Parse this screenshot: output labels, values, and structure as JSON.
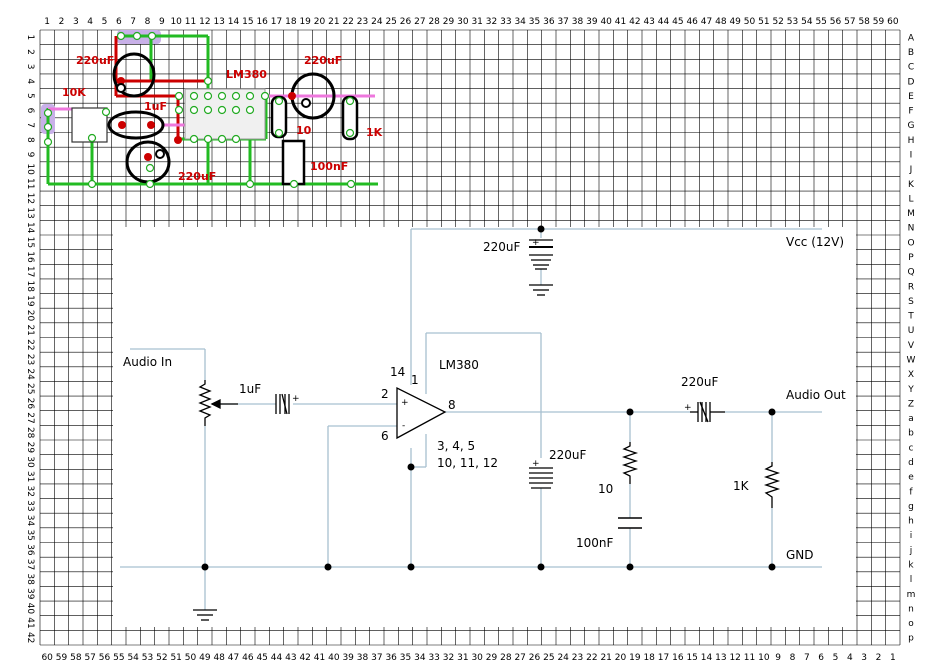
{
  "grid": {
    "top_numbers": [
      "1",
      "2",
      "3",
      "4",
      "5",
      "6",
      "7",
      "8",
      "9",
      "10",
      "11",
      "12",
      "13",
      "14",
      "15",
      "16",
      "17",
      "18",
      "19",
      "20",
      "21",
      "22",
      "23",
      "24",
      "25",
      "26",
      "27",
      "28",
      "29",
      "30",
      "31",
      "32",
      "33",
      "34",
      "35",
      "36",
      "37",
      "38",
      "39",
      "40",
      "41",
      "42",
      "43",
      "44",
      "45",
      "46",
      "47",
      "48",
      "49",
      "50",
      "51",
      "52",
      "53",
      "54",
      "55",
      "56",
      "57",
      "58",
      "59",
      "60"
    ],
    "bottom_numbers": [
      "60",
      "59",
      "58",
      "57",
      "56",
      "55",
      "54",
      "53",
      "52",
      "51",
      "50",
      "49",
      "48",
      "47",
      "46",
      "45",
      "44",
      "43",
      "42",
      "41",
      "40",
      "39",
      "38",
      "37",
      "36",
      "35",
      "34",
      "33",
      "32",
      "31",
      "30",
      "29",
      "28",
      "27",
      "26",
      "25",
      "24",
      "23",
      "22",
      "21",
      "20",
      "19",
      "18",
      "17",
      "16",
      "15",
      "14",
      "13",
      "12",
      "11",
      "10",
      "9",
      "8",
      "7",
      "6",
      "5",
      "4",
      "3",
      "2",
      "1"
    ],
    "left_numbers": [
      "1",
      "2",
      "3",
      "4",
      "5",
      "6",
      "7",
      "8",
      "9",
      "10",
      "11",
      "12",
      "13",
      "14",
      "15",
      "16",
      "17",
      "18",
      "19",
      "20",
      "21",
      "22",
      "23",
      "24",
      "25",
      "26",
      "27",
      "28",
      "29",
      "30",
      "31",
      "32",
      "33",
      "34",
      "35",
      "36",
      "37",
      "38",
      "39",
      "40",
      "41",
      "42"
    ],
    "right_letters": [
      "A",
      "B",
      "C",
      "D",
      "E",
      "F",
      "G",
      "H",
      "I",
      "J",
      "K",
      "L",
      "M",
      "N",
      "O",
      "P",
      "Q",
      "R",
      "S",
      "T",
      "U",
      "V",
      "W",
      "X",
      "Y",
      "Z",
      "a",
      "b",
      "c",
      "d",
      "e",
      "f",
      "g",
      "h",
      "i",
      "j",
      "k",
      "l",
      "m",
      "n",
      "o",
      "p"
    ]
  },
  "stripboard": {
    "labels": {
      "cap_220uf_top_left": "220uF",
      "lm380": "LM380",
      "cap_220uf_top_right": "220uF",
      "res_10k": "10K",
      "cap_1uf": "1uF",
      "res_10": "10",
      "res_1k": "1K",
      "cap_100nf": "100nF",
      "cap_220uf_bottom": "220uF"
    },
    "colors": {
      "track": "#22bb22",
      "wire_red": "#cc0000",
      "wire_pink": "#ee77dd",
      "highlight": "#c8b0e8",
      "label": "#cc0000"
    }
  },
  "schematic": {
    "labels": {
      "audio_in": "Audio In",
      "vcc": "Vcc (12V)",
      "cap_supply": "220uF",
      "ic_name": "LM380",
      "pin14": "14",
      "pin1": "1",
      "pin2": "2",
      "pin6": "6",
      "pin8": "8",
      "gnd_pins_a": "3, 4, 5",
      "gnd_pins_b": "10, 11, 12",
      "input_cap": "1uF",
      "plus": "+",
      "minus": "-",
      "cap_bypass": "220uF",
      "zobel_r": "10",
      "zobel_c": "100nF",
      "output_cap": "220uF",
      "audio_out": "Audio Out",
      "load_r": "1K",
      "gnd": "GND"
    },
    "colors": {
      "wire": "#a8c0d0",
      "component": "#000000",
      "node": "#000000"
    }
  }
}
